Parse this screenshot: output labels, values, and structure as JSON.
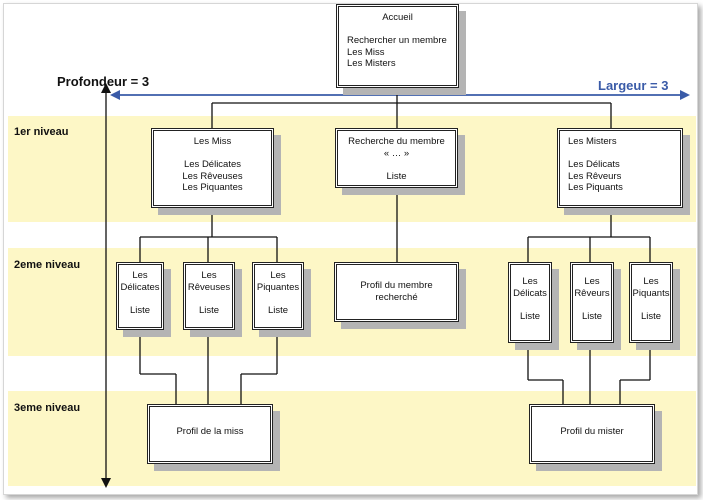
{
  "axes": {
    "depth_label": "Profondeur = 3",
    "width_label": "Largeur = 3"
  },
  "levels": [
    "1er niveau",
    "2eme niveau",
    "3eme niveau"
  ],
  "nodes": {
    "home": {
      "title": "Accueil",
      "items": [
        "Rechercher un membre",
        "Les Miss",
        "Les Misters"
      ]
    },
    "miss": {
      "title": "Les Miss",
      "items": [
        "Les Délicates",
        "Les Rêveuses",
        "Les Piquantes"
      ]
    },
    "search": {
      "title": "Recherche du membre",
      "subtitle": "« … »",
      "item": "Liste"
    },
    "misters": {
      "title": "Les Misters",
      "items": [
        "Les Délicats",
        "Les Rêveurs",
        "Les Piquants"
      ]
    },
    "miss_delicates": {
      "line1": "Les",
      "line2": "Délicates",
      "item": "Liste"
    },
    "miss_reveuses": {
      "line1": "Les",
      "line2": "Rêveuses",
      "item": "Liste"
    },
    "miss_piquantes": {
      "line1": "Les",
      "line2": "Piquantes",
      "item": "Liste"
    },
    "profile_searched": {
      "line1": "Profil du membre",
      "line2": "recherché"
    },
    "mister_delicats": {
      "line1": "Les",
      "line2": "Délicats",
      "item": "Liste"
    },
    "mister_reveurs": {
      "line1": "Les",
      "line2": "Rêveurs",
      "item": "Liste"
    },
    "mister_piquants": {
      "line1": "Les",
      "line2": "Piquants",
      "item": "Liste"
    },
    "profile_miss": {
      "label": "Profil de la miss"
    },
    "profile_mister": {
      "label": "Profil du mister"
    }
  },
  "colors": {
    "band": "#fdf7c6",
    "arrow_blue": "#3a5ba8",
    "line": "#111111"
  }
}
